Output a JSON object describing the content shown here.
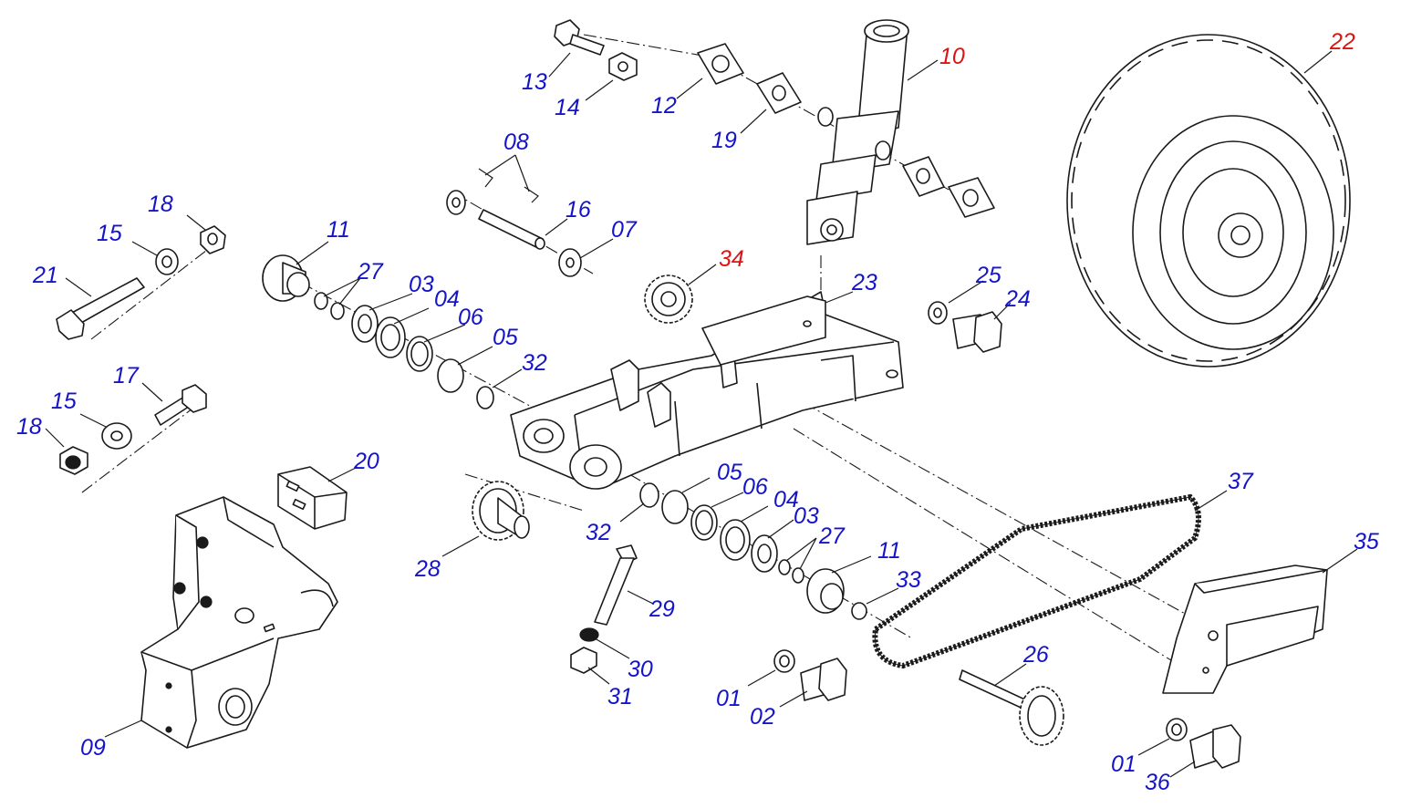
{
  "colors": {
    "callout_default": "#1414c8",
    "callout_highlight": "#dc1414",
    "line": "#1a1a1a",
    "background": "#ffffff"
  },
  "callouts": [
    {
      "id": "c-13",
      "label": "13",
      "highlight": false
    },
    {
      "id": "c-14",
      "label": "14",
      "highlight": false
    },
    {
      "id": "c-12",
      "label": "12",
      "highlight": false
    },
    {
      "id": "c-19",
      "label": "19",
      "highlight": false
    },
    {
      "id": "c-10",
      "label": "10",
      "highlight": true
    },
    {
      "id": "c-22",
      "label": "22",
      "highlight": true
    },
    {
      "id": "c-08",
      "label": "08",
      "highlight": false
    },
    {
      "id": "c-16",
      "label": "16",
      "highlight": false
    },
    {
      "id": "c-07",
      "label": "07",
      "highlight": false
    },
    {
      "id": "c-34",
      "label": "34",
      "highlight": true
    },
    {
      "id": "c-23",
      "label": "23",
      "highlight": false
    },
    {
      "id": "c-25",
      "label": "25",
      "highlight": false
    },
    {
      "id": "c-24",
      "label": "24",
      "highlight": false
    },
    {
      "id": "c-18a",
      "label": "18",
      "highlight": false
    },
    {
      "id": "c-15a",
      "label": "15",
      "highlight": false
    },
    {
      "id": "c-21",
      "label": "21",
      "highlight": false
    },
    {
      "id": "c-11a",
      "label": "11",
      "highlight": false
    },
    {
      "id": "c-27a",
      "label": "27",
      "highlight": false
    },
    {
      "id": "c-03a",
      "label": "03",
      "highlight": false
    },
    {
      "id": "c-04a",
      "label": "04",
      "highlight": false
    },
    {
      "id": "c-06a",
      "label": "06",
      "highlight": false
    },
    {
      "id": "c-05a",
      "label": "05",
      "highlight": false
    },
    {
      "id": "c-32a",
      "label": "32",
      "highlight": false
    },
    {
      "id": "c-17",
      "label": "17",
      "highlight": false
    },
    {
      "id": "c-15b",
      "label": "15",
      "highlight": false
    },
    {
      "id": "c-18b",
      "label": "18",
      "highlight": false
    },
    {
      "id": "c-20",
      "label": "20",
      "highlight": false
    },
    {
      "id": "c-05b",
      "label": "05",
      "highlight": false
    },
    {
      "id": "c-06b",
      "label": "06",
      "highlight": false
    },
    {
      "id": "c-04b",
      "label": "04",
      "highlight": false
    },
    {
      "id": "c-03b",
      "label": "03",
      "highlight": false
    },
    {
      "id": "c-27b",
      "label": "27",
      "highlight": false
    },
    {
      "id": "c-11b",
      "label": "11",
      "highlight": false
    },
    {
      "id": "c-33",
      "label": "33",
      "highlight": false
    },
    {
      "id": "c-32b",
      "label": "32",
      "highlight": false
    },
    {
      "id": "c-28",
      "label": "28",
      "highlight": false
    },
    {
      "id": "c-29",
      "label": "29",
      "highlight": false
    },
    {
      "id": "c-30",
      "label": "30",
      "highlight": false
    },
    {
      "id": "c-31",
      "label": "31",
      "highlight": false
    },
    {
      "id": "c-37",
      "label": "37",
      "highlight": false
    },
    {
      "id": "c-35",
      "label": "35",
      "highlight": false
    },
    {
      "id": "c-26",
      "label": "26",
      "highlight": false
    },
    {
      "id": "c-01a",
      "label": "01",
      "highlight": false
    },
    {
      "id": "c-02",
      "label": "02",
      "highlight": false
    },
    {
      "id": "c-09",
      "label": "09",
      "highlight": false
    },
    {
      "id": "c-01b",
      "label": "01",
      "highlight": false
    },
    {
      "id": "c-36",
      "label": "36",
      "highlight": false
    }
  ]
}
